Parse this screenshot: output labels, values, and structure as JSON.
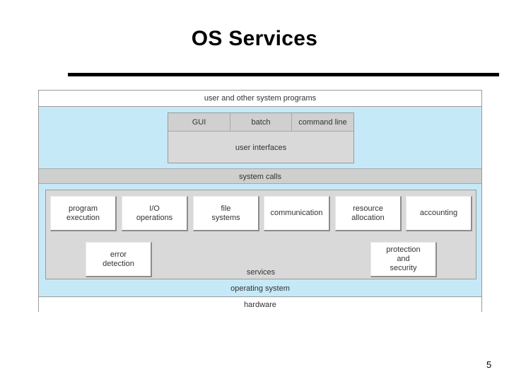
{
  "slide": {
    "title": "OS Services",
    "page_number": "5"
  },
  "diagram": {
    "top_band": "user and other system programs",
    "user_interfaces": {
      "tabs": [
        "GUI",
        "batch",
        "command line"
      ],
      "label": "user interfaces"
    },
    "system_calls": "system calls",
    "services": {
      "label": "services",
      "row1": [
        "program\nexecution",
        "I/O\noperations",
        "file\nsystems",
        "communication",
        "resource\nallocation",
        "accounting"
      ],
      "row2": [
        "error\ndetection",
        "protection\nand\nsecurity"
      ]
    },
    "operating_system": "operating system",
    "hardware": "hardware"
  },
  "colors": {
    "os_layer": "#c6e9f7",
    "gray_layer": "#d9d9d9",
    "border": "#9a9a9a"
  }
}
